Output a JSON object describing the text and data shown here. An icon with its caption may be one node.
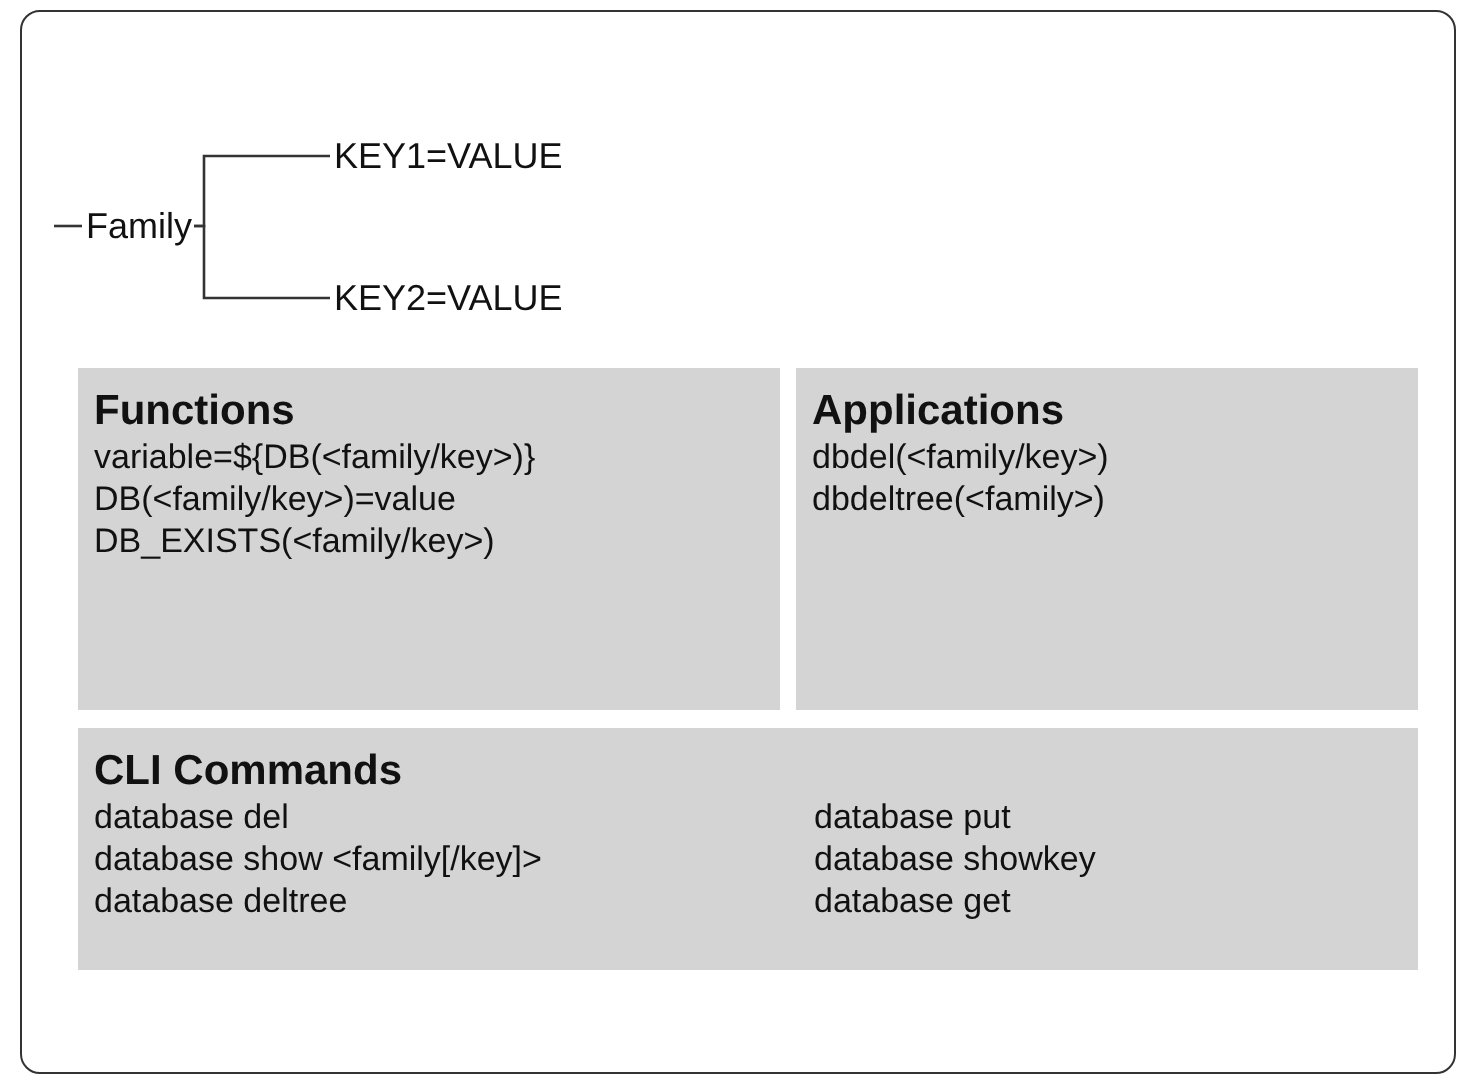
{
  "diagram": {
    "nodes": [
      {
        "text": [],
        "shape": "box"
      },
      {
        "text": [
          "Family"
        ],
        "in": 0
      },
      {
        "text": [
          "KEY1=VALUE"
        ],
        "in": 0
      },
      {
        "text": [
          "KEY2=VALUE"
        ],
        "in": 0
      },
      {
        "text": [
          "Functions",
          "variable=${DB(<family/key>)}",
          "DB(<family/key>)=value",
          "DB_EXISTS(<family/key>)"
        ],
        "in": 0
      },
      {
        "text": [
          "Applications",
          "dbdel(<family/key>)",
          "dbdeltree(<family>)"
        ],
        "in": 0
      },
      {
        "text": [
          "CLI Commands",
          "database del",
          "database put",
          "database show <family[/key]>",
          "database showkey",
          "database deltree",
          "database get"
        ],
        "in": 0
      }
    ],
    "edges": [
      {
        "from": null,
        "to": 1,
        "arrow": "none"
      },
      {
        "from": 1,
        "to": 2,
        "arrow": "none"
      },
      {
        "from": 1,
        "to": 3,
        "arrow": "none"
      }
    ]
  }
}
